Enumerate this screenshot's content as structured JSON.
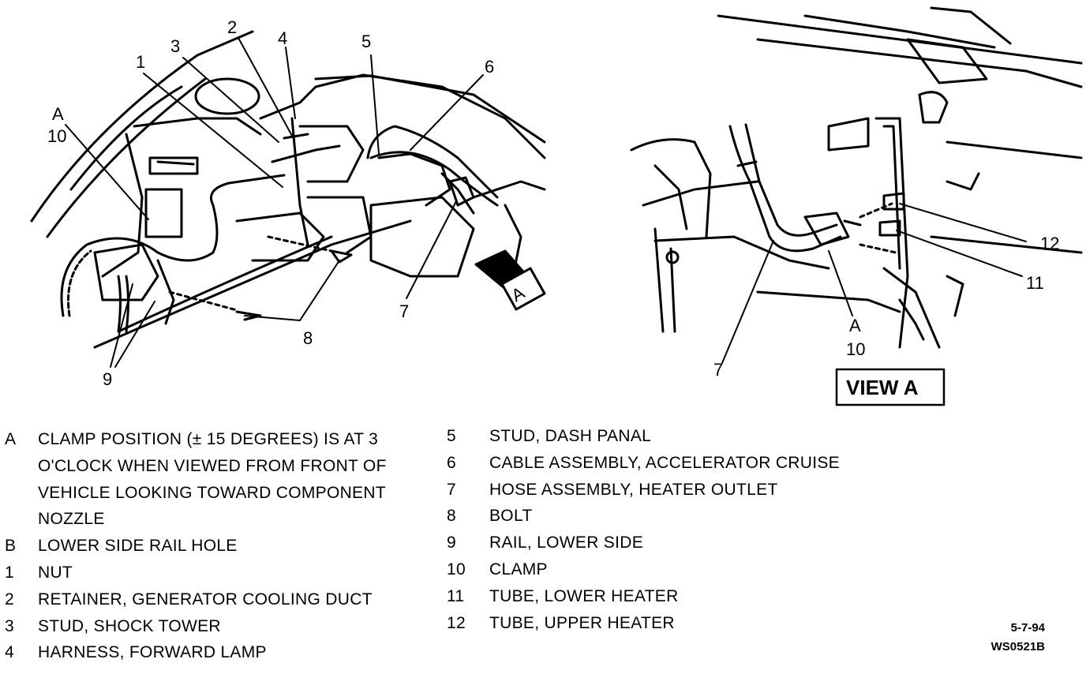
{
  "callouts": {
    "c1": "1",
    "c2": "2",
    "c3": "3",
    "c4": "4",
    "c5": "5",
    "c6": "6",
    "c7": "7",
    "c8": "8",
    "c9": "9",
    "cA": "A",
    "c10": "10",
    "r12": "12",
    "r11": "11",
    "rA": "A",
    "r10": "10",
    "r7": "7"
  },
  "arrow_label": "A",
  "view_label": "VIEW A",
  "legend_left": [
    {
      "key": "A",
      "text": "CLAMP POSITION (± 15 DEGREES) IS AT 3"
    },
    {
      "key": "A",
      "text": "O'CLOCK WHEN VIEWED FROM FRONT OF"
    },
    {
      "key": "A",
      "text": "VEHICLE LOOKING TOWARD COMPONENT"
    },
    {
      "key": "A",
      "text": "NOZZLE"
    },
    {
      "key": "B",
      "text": "LOWER SIDE RAIL HOLE"
    },
    {
      "key": "1",
      "text": "NUT"
    },
    {
      "key": "2",
      "text": "RETAINER, GENERATOR COOLING DUCT"
    },
    {
      "key": "3",
      "text": "STUD, SHOCK TOWER"
    },
    {
      "key": "4",
      "text": "HARNESS, FORWARD LAMP"
    }
  ],
  "legend_right": [
    {
      "key": "5",
      "text": "STUD, DASH PANAL"
    },
    {
      "key": "6",
      "text": "CABLE ASSEMBLY, ACCELERATOR CRUISE"
    },
    {
      "key": "7",
      "text": "HOSE ASSEMBLY, HEATER OUTLET"
    },
    {
      "key": "8",
      "text": "BOLT"
    },
    {
      "key": "9",
      "text": "RAIL, LOWER SIDE"
    },
    {
      "key": "10",
      "text": "CLAMP"
    },
    {
      "key": "11",
      "text": "TUBE, LOWER HEATER"
    },
    {
      "key": "12",
      "text": "TUBE, UPPER HEATER"
    }
  ],
  "stamp": {
    "date": "5-7-94",
    "code": "WS0521B"
  }
}
